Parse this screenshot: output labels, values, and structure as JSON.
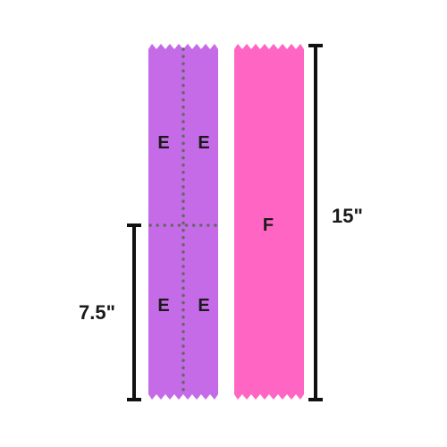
{
  "colors": {
    "strip_e": "#c66be8",
    "strip_f": "#ff66c4",
    "dots": "#666666",
    "measure": "#111111"
  },
  "strips": {
    "e": {
      "labels": [
        "E",
        "E",
        "E",
        "E"
      ]
    },
    "f": {
      "label": "F"
    }
  },
  "dimensions": {
    "full_height": "15\"",
    "half_height": "7.5\""
  }
}
